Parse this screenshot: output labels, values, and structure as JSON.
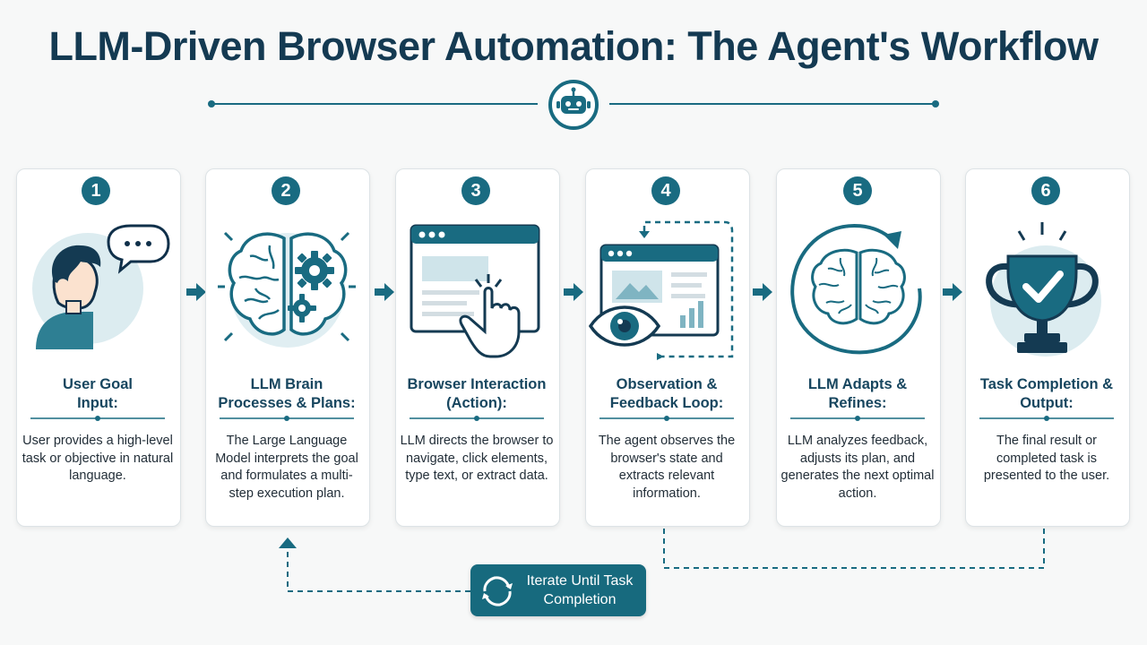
{
  "title": "LLM-Driven Browser Automation: The Agent's Workflow",
  "colors": {
    "primary": "#196b81",
    "dark": "#143a52",
    "light": "#d9eef2"
  },
  "title_icon": "robot-icon",
  "steps": [
    {
      "number": "1",
      "title": "User Goal Input:",
      "description": "User provides a high-level task or objective in natural language.",
      "icon": "user-speech-icon"
    },
    {
      "number": "2",
      "title": "LLM Brain Processes & Plans:",
      "description": "The Large Language Model interprets the goal and formulates a multi-step execution plan.",
      "icon": "brain-gears-icon"
    },
    {
      "number": "3",
      "title": "Browser Interaction (Action):",
      "description": "LLM directs the browser to navigate, click elements, type text, or extract data.",
      "icon": "browser-click-icon"
    },
    {
      "number": "4",
      "title": "Observation & Feedback Loop:",
      "description": "The agent observes the browser's state and extracts relevant information.",
      "icon": "eye-browser-icon"
    },
    {
      "number": "5",
      "title": "LLM Adapts & Refines:",
      "description": "LLM analyzes feedback, adjusts its plan, and generates the next optimal action.",
      "icon": "brain-cycle-icon"
    },
    {
      "number": "6",
      "title": "Task Completion & Output:",
      "description": "The final result or completed task is presented to the user.",
      "icon": "trophy-check-icon"
    }
  ],
  "loop": {
    "label": "Iterate Until Task Completion",
    "icon": "refresh-cycle-icon"
  }
}
